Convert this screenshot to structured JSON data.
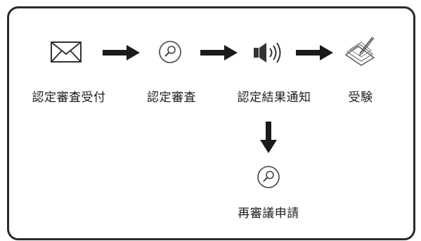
{
  "diagram": {
    "steps": [
      {
        "label": "認定審査受付",
        "icon": "envelope-icon"
      },
      {
        "label": "認定審査",
        "icon": "magnifier-icon"
      },
      {
        "label": "認定結果通知",
        "icon": "speaker-icon"
      },
      {
        "label": "受験",
        "icon": "paper-pen-icon"
      }
    ],
    "branch": {
      "label": "再審議申請",
      "icon": "magnifier-icon"
    }
  }
}
